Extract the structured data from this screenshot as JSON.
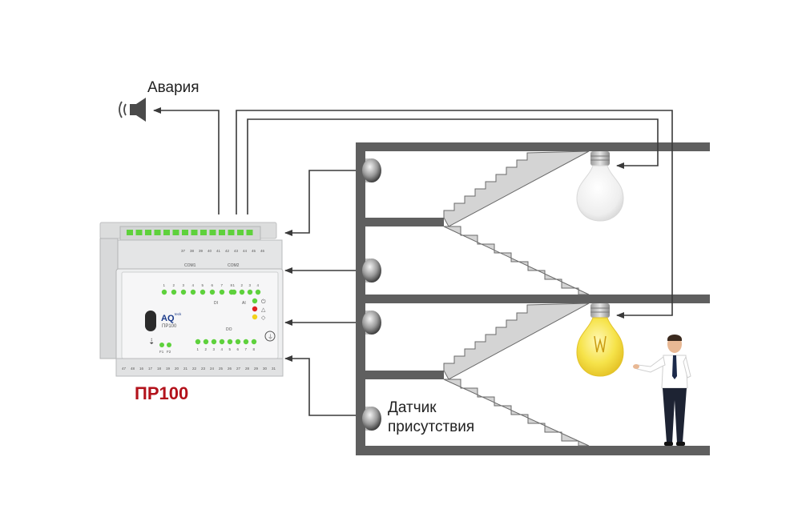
{
  "labels": {
    "alarm": "Авария",
    "sensor_line1": "Датчик",
    "sensor_line2": "присутствия",
    "device_name": "ПР100"
  },
  "device": {
    "brand": "AQ",
    "brand_suffix": "teck",
    "model": "ПР100",
    "di_label": "DI",
    "ai_label": "AI",
    "do_label": "DO",
    "com1": "COM1",
    "com2": "COM2",
    "di_numbers": [
      "1",
      "2",
      "3",
      "4",
      "5",
      "6",
      "7",
      "8"
    ],
    "ai_numbers": [
      "1",
      "2",
      "3",
      "4"
    ],
    "do_numbers": [
      "1",
      "2",
      "3",
      "4",
      "5",
      "6",
      "7",
      "8"
    ],
    "fuse_labels": [
      "F1",
      "F2"
    ],
    "top_terminals": [
      "37",
      "38",
      "39",
      "40",
      "41",
      "42",
      "43",
      "44",
      "45",
      "46"
    ],
    "bottom_terminals": [
      "47",
      "48",
      "16",
      "17",
      "18",
      "19",
      "20",
      "21",
      "22",
      "23",
      "24",
      "25",
      "26",
      "27",
      "28",
      "29",
      "30",
      "31"
    ]
  },
  "colors": {
    "wall": "#5f5f5f",
    "wire": "#3a3a3a",
    "led_green": "#5ed13c",
    "led_red": "#e02020",
    "led_yellow": "#f2d21a",
    "device_body": "#e9eaeb",
    "brand_red": "#b3121b",
    "bulb_lit": "#f6e34a"
  }
}
